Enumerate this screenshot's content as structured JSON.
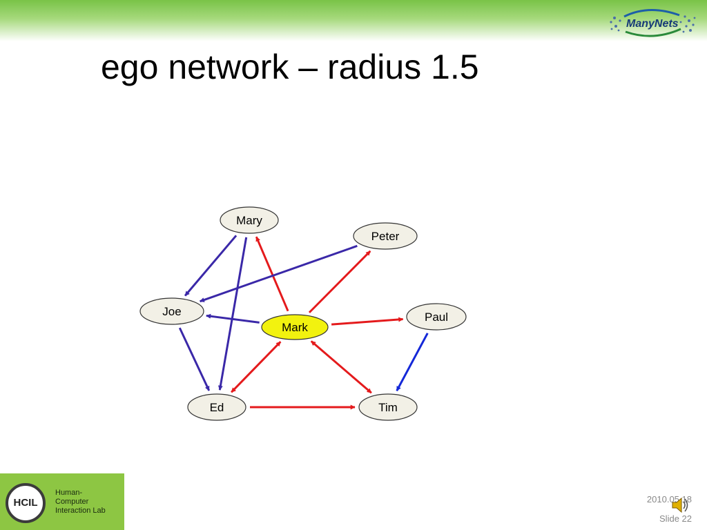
{
  "slide": {
    "title": "ego network – radius 1.5",
    "date": "2010.05.18",
    "slide_number": "Slide 22"
  },
  "logos": {
    "top_right": "ManyNets",
    "bottom_left_badge": "HCIL",
    "bottom_left_lines": [
      "Human-",
      "Computer",
      "Interaction Lab"
    ]
  },
  "diagram": {
    "nodes": [
      {
        "id": "mary",
        "label": "Mary",
        "ego": false
      },
      {
        "id": "peter",
        "label": "Peter",
        "ego": false
      },
      {
        "id": "joe",
        "label": "Joe",
        "ego": false
      },
      {
        "id": "mark",
        "label": "Mark",
        "ego": true
      },
      {
        "id": "paul",
        "label": "Paul",
        "ego": false
      },
      {
        "id": "ed",
        "label": "Ed",
        "ego": false
      },
      {
        "id": "tim",
        "label": "Tim",
        "ego": false
      }
    ],
    "edges": [
      {
        "from": "mark",
        "to": "mary",
        "color": "red",
        "bidirectional": false
      },
      {
        "from": "mark",
        "to": "peter",
        "color": "red",
        "bidirectional": false
      },
      {
        "from": "mark",
        "to": "paul",
        "color": "red",
        "bidirectional": false
      },
      {
        "from": "mark",
        "to": "ed",
        "color": "red",
        "bidirectional": true
      },
      {
        "from": "mark",
        "to": "tim",
        "color": "red",
        "bidirectional": true
      },
      {
        "from": "ed",
        "to": "tim",
        "color": "red",
        "bidirectional": false
      },
      {
        "from": "mark",
        "to": "joe",
        "color": "purple",
        "bidirectional": false
      },
      {
        "from": "mary",
        "to": "joe",
        "color": "purple",
        "bidirectional": false
      },
      {
        "from": "mary",
        "to": "ed",
        "color": "purple",
        "bidirectional": false
      },
      {
        "from": "peter",
        "to": "joe",
        "color": "purple",
        "bidirectional": false
      },
      {
        "from": "joe",
        "to": "ed",
        "color": "purple",
        "bidirectional": false
      },
      {
        "from": "paul",
        "to": "tim",
        "color": "blue",
        "bidirectional": false
      }
    ],
    "colors": {
      "red": "#e41a1c",
      "purple": "#3a28a8",
      "blue": "#1428d8",
      "node_fill": "#f2f0e6",
      "ego_fill": "#f2f20f",
      "node_stroke": "#333333"
    }
  }
}
